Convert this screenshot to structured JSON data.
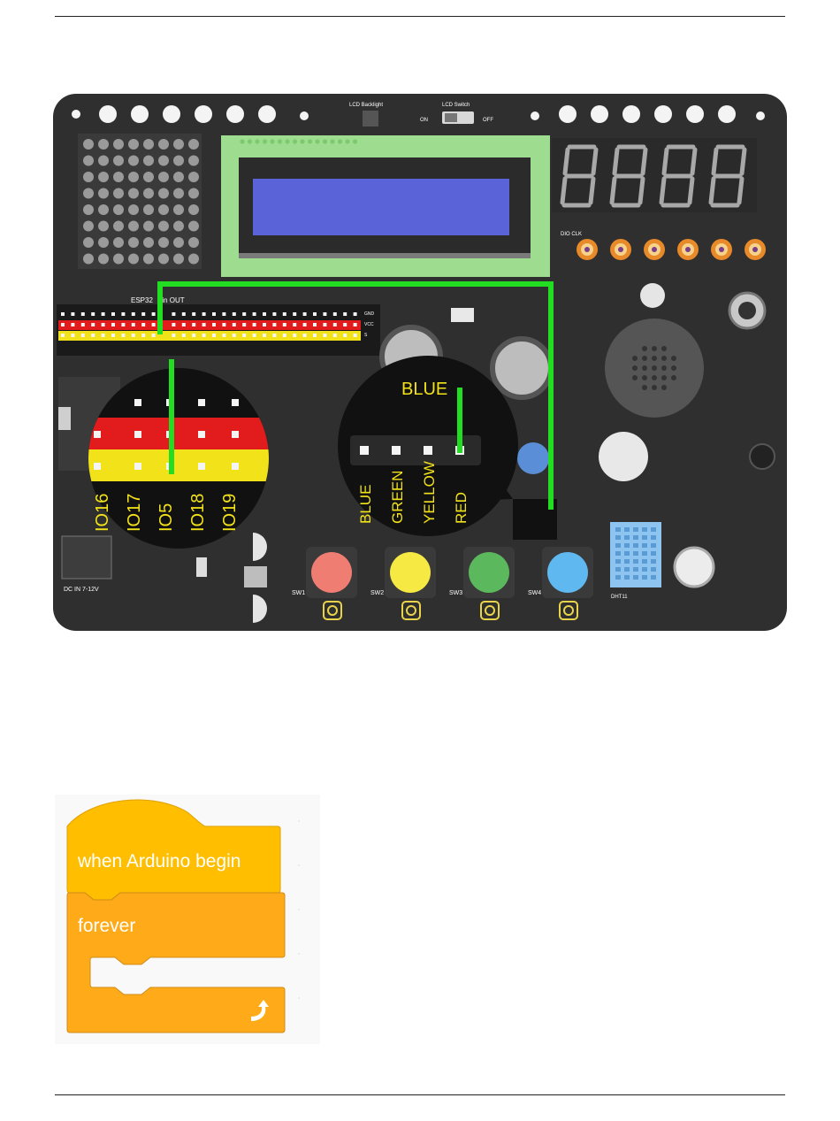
{
  "board": {
    "label_lcd_backlight": "LCD Backlight",
    "label_lcd_switch": "LCD Switch",
    "label_on": "ON",
    "label_off": "OFF",
    "label_esp32": "ESP32",
    "label_pin_out": "Pin OUT",
    "label_gnd": "GND",
    "label_vcc": "VCC",
    "label_s": "S",
    "label_dio_clk": "DIO CLK",
    "label_dc_in": "DC IN 7-12V",
    "label_sw1": "SW1",
    "label_sw2": "SW2",
    "label_sw3": "SW3",
    "label_sw4": "SW4",
    "label_dht11": "DHT11",
    "label_blue_top": "BLUE",
    "module_pins": [
      "BLUE",
      "GREEN",
      "YELLOW",
      "RED"
    ],
    "zoom_pins": [
      "IO16",
      "IO17",
      "IO5",
      "IO18",
      "IO19"
    ],
    "wire_color": "#22dd22"
  },
  "blocks": {
    "hat_label": "when Arduino begin",
    "forever_label": "forever",
    "hat_color": "#ffbf00",
    "control_color": "#ffab19"
  }
}
